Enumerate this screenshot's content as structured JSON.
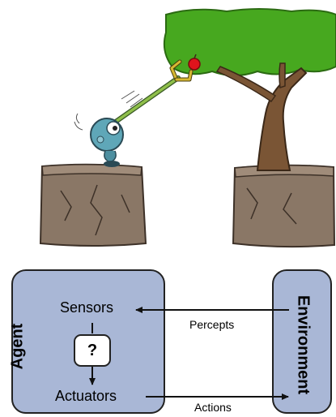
{
  "scene": {
    "colors": {
      "cliff_fill": "#8a7766",
      "cliff_stroke": "#3d3128",
      "tree_leaves": "#47a81f",
      "tree_trunk": "#7a5535",
      "apple": "#e0141c",
      "robot_body": "#5fa7b8",
      "robot_arm": "#8fbf4a",
      "grabber": "#d8b832"
    },
    "icons": [
      "tree-icon",
      "apple-icon",
      "robot-icon",
      "grabber-claw-icon"
    ]
  },
  "diagram": {
    "agent_label": "Agent",
    "environment_label": "Environment",
    "sensors_label": "Sensors",
    "actuators_label": "Actuators",
    "decision_symbol": "?",
    "percepts_label": "Percepts",
    "actions_label": "Actions",
    "colors": {
      "box_fill": "#a9b7d6",
      "box_border": "#222222",
      "arrow": "#111111"
    }
  }
}
